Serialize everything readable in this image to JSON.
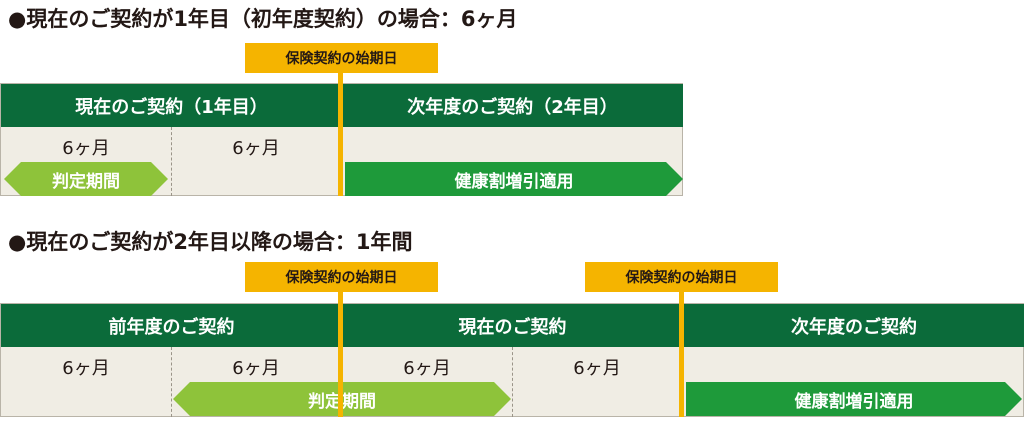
{
  "section1": {
    "heading": "●現在のご契約が1年目（初年度契約）の場合：6ヶ月",
    "start_tag": "保険契約の始期日",
    "header_current": "現在のご契約（1年目）",
    "header_next": "次年度のご契約（2年目）",
    "month_1": "6ヶ月",
    "month_2": "6ヶ月",
    "judgement_label": "判定期間",
    "discount_label": "健康割増引適用"
  },
  "section2": {
    "heading": "●現在のご契約が2年目以降の場合：1年間",
    "start_tag_1": "保険契約の始期日",
    "start_tag_2": "保険契約の始期日",
    "header_previous": "前年度のご契約",
    "header_current": "現在のご契約",
    "header_next": "次年度のご契約",
    "month_1": "6ヶ月",
    "month_2": "6ヶ月",
    "month_3": "6ヶ月",
    "month_4": "6ヶ月",
    "judgement_label": "判定期間",
    "discount_label": "健康割増引適用"
  },
  "colors": {
    "header_green": "#0b6b3a",
    "arrow_green": "#1e9a3a",
    "arrow_lime": "#8ec33a",
    "marker_yellow": "#f5b400",
    "panel_beige": "#f0ede4"
  }
}
